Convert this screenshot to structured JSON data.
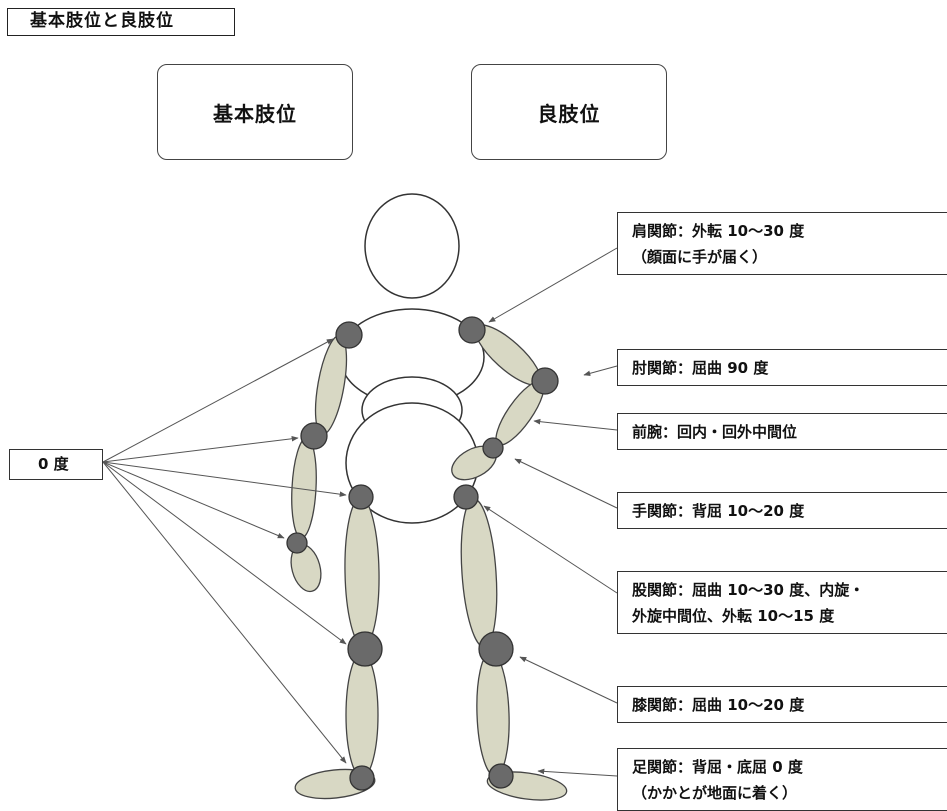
{
  "title": "基本肢位と良肢位",
  "headers": {
    "basic": "基本肢位",
    "good": "良肢位"
  },
  "zero_label": "0 度",
  "labels": {
    "shoulder": {
      "line1": "肩関節：外転 10〜30 度",
      "line2": "（顔面に手が届く）"
    },
    "elbow": {
      "line1": "肘関節：屈曲 90 度"
    },
    "forearm": {
      "line1": "前腕：回内・回外中間位"
    },
    "wrist": {
      "line1": "手関節：背屈 10〜20 度"
    },
    "hip": {
      "line1": "股関節：屈曲 10〜30 度、内旋・",
      "line2": "外旋中間位、外転 10〜15 度"
    },
    "knee": {
      "line1": "膝関節：屈曲 10〜20 度"
    },
    "ankle": {
      "line1": "足関節：背屈・底屈 0 度",
      "line2": "（かかとが地面に着く）"
    }
  },
  "colors": {
    "limb": "#d8d8c4",
    "joint": "#6a6a6a",
    "line": "#555555"
  }
}
